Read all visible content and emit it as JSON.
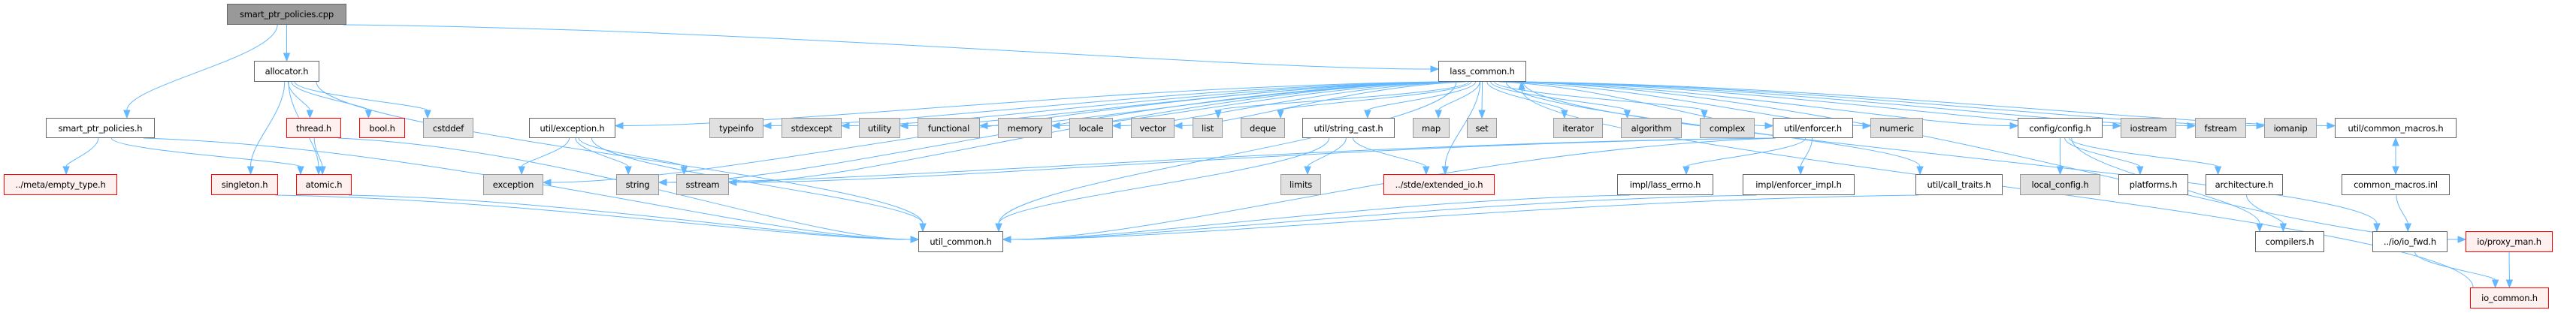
{
  "graph": {
    "title": "smart_ptr_policies.cpp include dependency graph",
    "legend_colors": {
      "root_fill": "#999999",
      "documented_fill": "#ffffff",
      "external_fill": "#e0e0e0",
      "truncated_fill": "#fff0f0",
      "truncated_border": "#ff0000",
      "edge": "#63b8ff"
    },
    "nodes": [
      {
        "id": "root",
        "label": "smart_ptr_policies.cpp",
        "kind": "root"
      },
      {
        "id": "allocator",
        "label": "allocator.h",
        "kind": "doc"
      },
      {
        "id": "lass_common",
        "label": "lass_common.h",
        "kind": "doc"
      },
      {
        "id": "sp_h",
        "label": "smart_ptr_policies.h",
        "kind": "doc"
      },
      {
        "id": "thread",
        "label": "thread.h",
        "kind": "trunc"
      },
      {
        "id": "bool",
        "label": "bool.h",
        "kind": "trunc"
      },
      {
        "id": "cstddef",
        "label": "cstddef",
        "kind": "ext"
      },
      {
        "id": "util_exception",
        "label": "util/exception.h",
        "kind": "doc"
      },
      {
        "id": "typeinfo",
        "label": "typeinfo",
        "kind": "ext"
      },
      {
        "id": "stdexcept",
        "label": "stdexcept",
        "kind": "ext"
      },
      {
        "id": "utility",
        "label": "utility",
        "kind": "ext"
      },
      {
        "id": "functional",
        "label": "functional",
        "kind": "ext"
      },
      {
        "id": "memory",
        "label": "memory",
        "kind": "ext"
      },
      {
        "id": "locale",
        "label": "locale",
        "kind": "ext"
      },
      {
        "id": "vector",
        "label": "vector",
        "kind": "ext"
      },
      {
        "id": "list",
        "label": "list",
        "kind": "ext"
      },
      {
        "id": "deque",
        "label": "deque",
        "kind": "ext"
      },
      {
        "id": "string_cast",
        "label": "util/string_cast.h",
        "kind": "doc"
      },
      {
        "id": "map",
        "label": "map",
        "kind": "ext"
      },
      {
        "id": "set",
        "label": "set",
        "kind": "ext"
      },
      {
        "id": "iterator",
        "label": "iterator",
        "kind": "ext"
      },
      {
        "id": "algorithm",
        "label": "algorithm",
        "kind": "ext"
      },
      {
        "id": "complex",
        "label": "complex",
        "kind": "ext"
      },
      {
        "id": "enforcer",
        "label": "util/enforcer.h",
        "kind": "doc"
      },
      {
        "id": "numeric",
        "label": "numeric",
        "kind": "ext"
      },
      {
        "id": "config",
        "label": "config/config.h",
        "kind": "doc"
      },
      {
        "id": "iostream",
        "label": "iostream",
        "kind": "ext"
      },
      {
        "id": "fstream",
        "label": "fstream",
        "kind": "ext"
      },
      {
        "id": "iomanip",
        "label": "iomanip",
        "kind": "ext"
      },
      {
        "id": "common_macros_h",
        "label": "util/common_macros.h",
        "kind": "doc"
      },
      {
        "id": "empty_type",
        "label": "../meta/empty_type.h",
        "kind": "trunc"
      },
      {
        "id": "singleton",
        "label": "singleton.h",
        "kind": "trunc"
      },
      {
        "id": "atomic",
        "label": "atomic.h",
        "kind": "trunc"
      },
      {
        "id": "exception",
        "label": "exception",
        "kind": "ext"
      },
      {
        "id": "string",
        "label": "string",
        "kind": "ext"
      },
      {
        "id": "sstream",
        "label": "sstream",
        "kind": "ext"
      },
      {
        "id": "limits",
        "label": "limits",
        "kind": "ext"
      },
      {
        "id": "extended_io",
        "label": "../stde/extended_io.h",
        "kind": "trunc"
      },
      {
        "id": "lass_errno",
        "label": "impl/lass_errno.h",
        "kind": "doc"
      },
      {
        "id": "enforcer_impl",
        "label": "impl/enforcer_impl.h",
        "kind": "doc"
      },
      {
        "id": "call_traits",
        "label": "util/call_traits.h",
        "kind": "doc"
      },
      {
        "id": "local_config",
        "label": "local_config.h",
        "kind": "ext"
      },
      {
        "id": "platforms",
        "label": "platforms.h",
        "kind": "doc"
      },
      {
        "id": "architecture",
        "label": "architecture.h",
        "kind": "doc"
      },
      {
        "id": "common_macros_inl",
        "label": "common_macros.inl",
        "kind": "doc"
      },
      {
        "id": "util_common",
        "label": "util_common.h",
        "kind": "doc"
      },
      {
        "id": "compilers",
        "label": "compilers.h",
        "kind": "doc"
      },
      {
        "id": "io_fwd",
        "label": "../io/io_fwd.h",
        "kind": "doc"
      },
      {
        "id": "proxy_man",
        "label": "io/proxy_man.h",
        "kind": "trunc"
      },
      {
        "id": "io_common",
        "label": "io_common.h",
        "kind": "trunc"
      }
    ],
    "edges": [
      [
        "root",
        "sp_h"
      ],
      [
        "root",
        "allocator"
      ],
      [
        "root",
        "lass_common"
      ],
      [
        "allocator",
        "thread"
      ],
      [
        "allocator",
        "bool"
      ],
      [
        "allocator",
        "cstddef"
      ],
      [
        "allocator",
        "singleton"
      ],
      [
        "allocator",
        "atomic"
      ],
      [
        "allocator",
        "util_common"
      ],
      [
        "sp_h",
        "empty_type"
      ],
      [
        "sp_h",
        "atomic"
      ],
      [
        "sp_h",
        "util_common"
      ],
      [
        "thread",
        "atomic"
      ],
      [
        "thread",
        "util_common"
      ],
      [
        "singleton",
        "util_common"
      ],
      [
        "atomic",
        "util_common"
      ],
      [
        "lass_common",
        "exception"
      ],
      [
        "lass_common",
        "util_exception"
      ],
      [
        "lass_common",
        "typeinfo"
      ],
      [
        "lass_common",
        "stdexcept"
      ],
      [
        "lass_common",
        "utility"
      ],
      [
        "lass_common",
        "functional"
      ],
      [
        "lass_common",
        "memory"
      ],
      [
        "lass_common",
        "locale"
      ],
      [
        "lass_common",
        "vector"
      ],
      [
        "lass_common",
        "list"
      ],
      [
        "lass_common",
        "deque"
      ],
      [
        "lass_common",
        "string_cast"
      ],
      [
        "lass_common",
        "map"
      ],
      [
        "lass_common",
        "set"
      ],
      [
        "lass_common",
        "iterator"
      ],
      [
        "lass_common",
        "algorithm"
      ],
      [
        "lass_common",
        "complex"
      ],
      [
        "lass_common",
        "enforcer"
      ],
      [
        "lass_common",
        "numeric"
      ],
      [
        "lass_common",
        "config"
      ],
      [
        "lass_common",
        "iostream"
      ],
      [
        "lass_common",
        "fstream"
      ],
      [
        "lass_common",
        "iomanip"
      ],
      [
        "lass_common",
        "common_macros_h"
      ],
      [
        "lass_common",
        "string"
      ],
      [
        "lass_common",
        "sstream"
      ],
      [
        "lass_common",
        "extended_io"
      ],
      [
        "lass_common",
        "call_traits"
      ],
      [
        "lass_common",
        "io_fwd"
      ],
      [
        "lass_common",
        "proxy_man"
      ],
      [
        "lass_common",
        "util_common"
      ],
      [
        "util_exception",
        "exception"
      ],
      [
        "util_exception",
        "string"
      ],
      [
        "util_exception",
        "sstream"
      ],
      [
        "util_exception",
        "util_common"
      ],
      [
        "string_cast",
        "limits"
      ],
      [
        "string_cast",
        "extended_io"
      ],
      [
        "string_cast",
        "util_common"
      ],
      [
        "enforcer",
        "lass_errno"
      ],
      [
        "enforcer",
        "enforcer_impl"
      ],
      [
        "enforcer",
        "string"
      ],
      [
        "enforcer",
        "sstream"
      ],
      [
        "enforcer",
        "util_common"
      ],
      [
        "lass_errno",
        "util_common"
      ],
      [
        "enforcer_impl",
        "util_common"
      ],
      [
        "call_traits",
        "util_common"
      ],
      [
        "config",
        "local_config"
      ],
      [
        "config",
        "platforms"
      ],
      [
        "config",
        "architecture"
      ],
      [
        "config",
        "compilers"
      ],
      [
        "architecture",
        "compilers"
      ],
      [
        "common_macros_h",
        "common_macros_inl"
      ],
      [
        "common_macros_inl",
        "common_macros_h"
      ],
      [
        "common_macros_inl",
        "io_fwd"
      ],
      [
        "io_fwd",
        "io_common"
      ],
      [
        "proxy_man",
        "io_common"
      ],
      [
        "io_common",
        "lass_common"
      ]
    ]
  }
}
